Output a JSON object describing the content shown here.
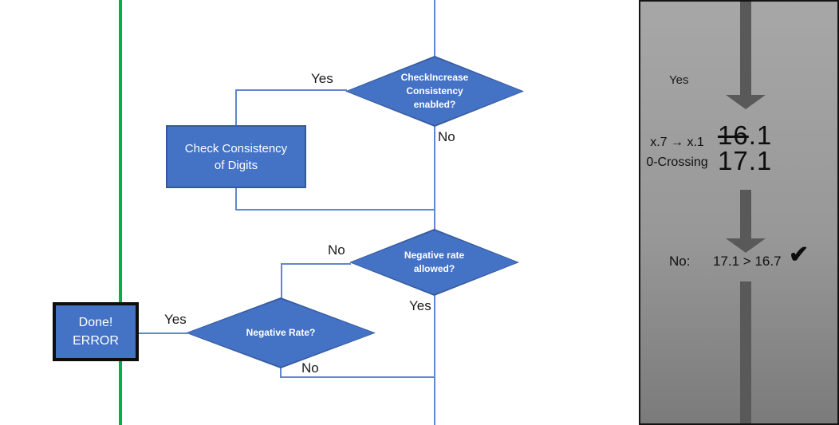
{
  "slide": {
    "flowchart": {
      "decision_check_increase": {
        "line1": "CheckIncrease",
        "line2": "Consistency",
        "line3": "enabled?"
      },
      "process_check_consistency": {
        "line1": "Check Consistency",
        "line2": "of Digits"
      },
      "decision_negative_rate_allowed": {
        "line1": "Negative rate",
        "line2": "allowed?"
      },
      "decision_negative_rate": {
        "line1": "Negative Rate?"
      },
      "terminal_done_error": {
        "line1": "Done!",
        "line2": "ERROR"
      },
      "labels": {
        "yes_check_increase": "Yes",
        "no_check_increase": "No",
        "no_negative_allowed": "No",
        "yes_negative_allowed": "Yes",
        "yes_negative_rate": "Yes",
        "no_negative_rate": "No"
      }
    },
    "side_panel": {
      "yes_label": "Yes",
      "rule_line1": "x.7 → x.1",
      "rule_line2": "0-Crossing",
      "old_value_struck": "16",
      "old_value_rest": ".1",
      "new_value": "17.1",
      "no_label": "No:",
      "comparison": "17.1 > 16.7",
      "checkmark": "✔"
    },
    "colors": {
      "shape_blue": "#4472c4",
      "green_guide": "#00b050",
      "panel_arrow_gray": "#595959",
      "connector_blue": "#5f87ce"
    }
  }
}
